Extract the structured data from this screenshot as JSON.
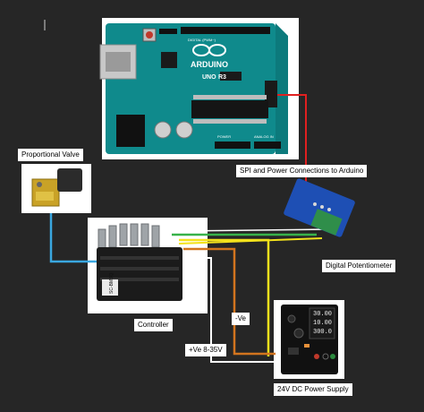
{
  "labels": {
    "spi": "SPI and Power Connections to Arduino",
    "valve": "Proportional Valve",
    "digipot": "Digital Potentiometer",
    "controller": "Controller",
    "neg": "-Ve",
    "pos": "+Ve 8-35V",
    "psu": "24V DC Power Supply"
  },
  "arduino": {
    "brand": "ARDUINO",
    "model": "UNO",
    "rev": "R3",
    "header_digital": "DIGITAL (PWM~)",
    "header_power": "POWER",
    "header_analog": "ANALOG IN"
  },
  "psu_display": {
    "voltage": "30.00",
    "current": "10.00",
    "power": "300.0"
  },
  "controller_tag": "SC-BMSQ",
  "colors": {
    "background": "#262626",
    "arduino_board": "#0f8a8c",
    "spi_wire": "#e02020",
    "signal_wire": "#3aa7e0",
    "green_wire": "#38b24a",
    "yellow_wire": "#f3e21c",
    "orange_wire": "#d2741e",
    "white_wire": "#ffffff"
  }
}
